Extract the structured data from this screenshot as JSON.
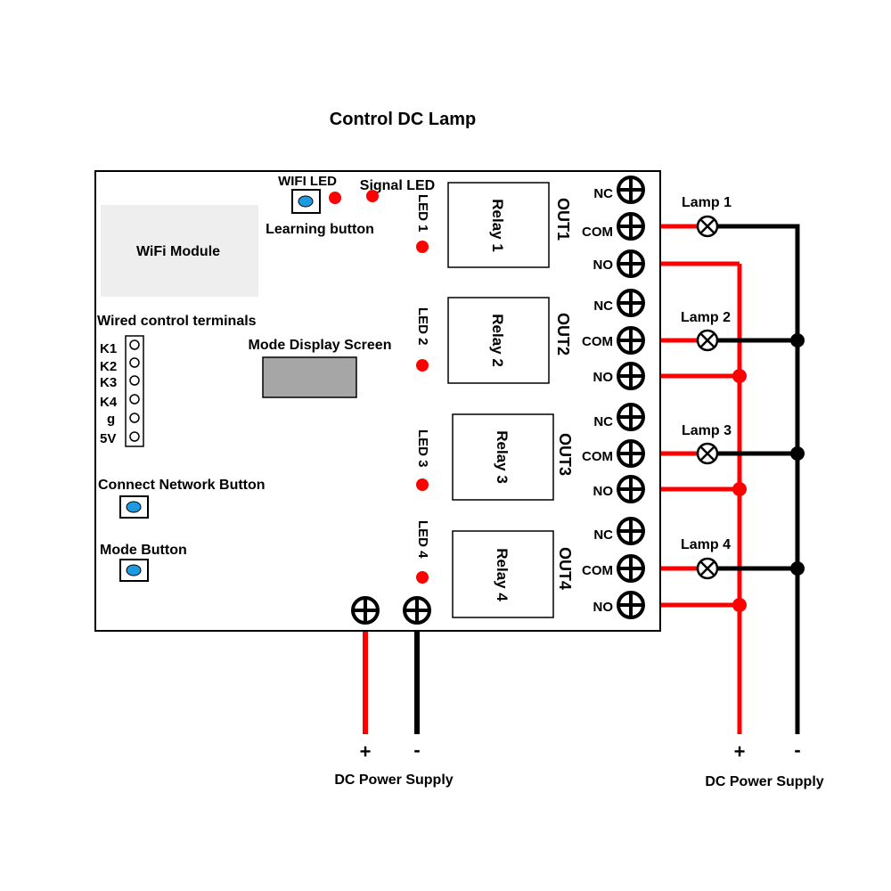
{
  "title": "Control DC Lamp",
  "board": {
    "wifi_module": "WiFi Module",
    "wifi_led": "WIFI LED",
    "signal_led": "Signal LED",
    "learning_button": "Learning button",
    "wired_terminals": "Wired control terminals",
    "terminals": [
      "K1",
      "K2",
      "K3",
      "K4",
      "g",
      "5V"
    ],
    "mode_display": "Mode Display Screen",
    "connect_network_button": "Connect Network Button",
    "mode_button": "Mode Button"
  },
  "leds": [
    "LED 1",
    "LED 2",
    "LED 3",
    "LED 4"
  ],
  "relays": [
    "Relay 1",
    "Relay 2",
    "Relay 3",
    "Relay 4"
  ],
  "outputs": [
    "OUT1",
    "OUT2",
    "OUT3",
    "OUT4"
  ],
  "contacts": {
    "nc": "NC",
    "com": "COM",
    "no": "NO"
  },
  "lamps": [
    "Lamp 1",
    "Lamp 2",
    "Lamp 3",
    "Lamp 4"
  ],
  "power": {
    "plus": "+",
    "minus": "-",
    "left_label": "DC Power Supply",
    "right_label": "DC Power Supply"
  },
  "colors": {
    "positive_wire": "#ff0000",
    "negative_wire": "#000000",
    "led": "#ff0000",
    "button": "#1e9be0",
    "screen": "#a6a6a6",
    "module": "#eeeeee"
  }
}
